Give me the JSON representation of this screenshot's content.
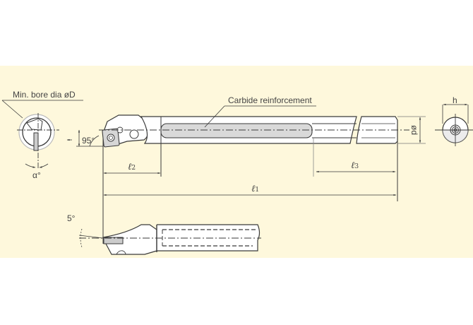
{
  "diagram": {
    "type": "boring bar technical drawing",
    "background_color": "#fef8dc",
    "line_color": "#3a3a3a",
    "body_fill": "#ffffff",
    "carbide_fill": "#d9d9d9",
    "labels": {
      "min_bore": "Min. bore dia øD",
      "carbide": "Carbide reinforcement",
      "approach_angle": "95°",
      "clearance_angle": "α°",
      "inclination_angle": "5°",
      "dia_d": "ød",
      "height_h": "h"
    },
    "dimensions": {
      "l1": {
        "symbol": "ℓ",
        "sub": "1"
      },
      "l2": {
        "symbol": "ℓ",
        "sub": "2"
      },
      "l3": {
        "symbol": "ℓ",
        "sub": "3"
      }
    },
    "views": [
      {
        "name": "end-view-front",
        "desc": "Front end view with insert in bore"
      },
      {
        "name": "top-view",
        "desc": "Main plan view of boring bar with carbide reinforcement"
      },
      {
        "name": "end-view-rear",
        "desc": "Shank end view"
      },
      {
        "name": "side-view",
        "desc": "Side elevation showing 5° inclination"
      }
    ]
  }
}
